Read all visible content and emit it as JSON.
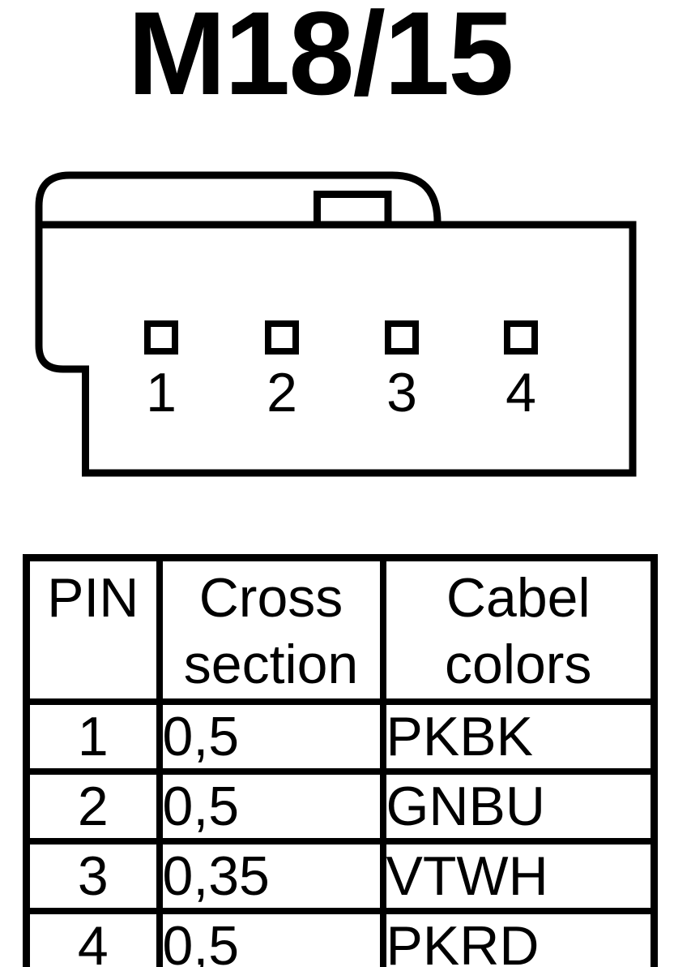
{
  "title": "M18/15",
  "connector": {
    "description": "4-pin connector housing, front view",
    "pins": [
      {
        "number": "1"
      },
      {
        "number": "2"
      },
      {
        "number": "3"
      },
      {
        "number": "4"
      }
    ]
  },
  "table": {
    "headers": {
      "pin": {
        "line1": "PIN"
      },
      "cross_section": {
        "line1": "Cross",
        "line2": "section"
      },
      "cable_colors": {
        "line1": "Cabel",
        "line2": "colors"
      }
    },
    "rows": [
      {
        "pin": "1",
        "cross_section": "0,5",
        "cable_color": "PKBK"
      },
      {
        "pin": "2",
        "cross_section": "0,5",
        "cable_color": "GNBU"
      },
      {
        "pin": "3",
        "cross_section": "0,35",
        "cable_color": "VTWH"
      },
      {
        "pin": "4",
        "cross_section": "0,5",
        "cable_color": "PKRD"
      }
    ]
  },
  "colors": {
    "ink": "#000000",
    "background": "#ffffff"
  }
}
